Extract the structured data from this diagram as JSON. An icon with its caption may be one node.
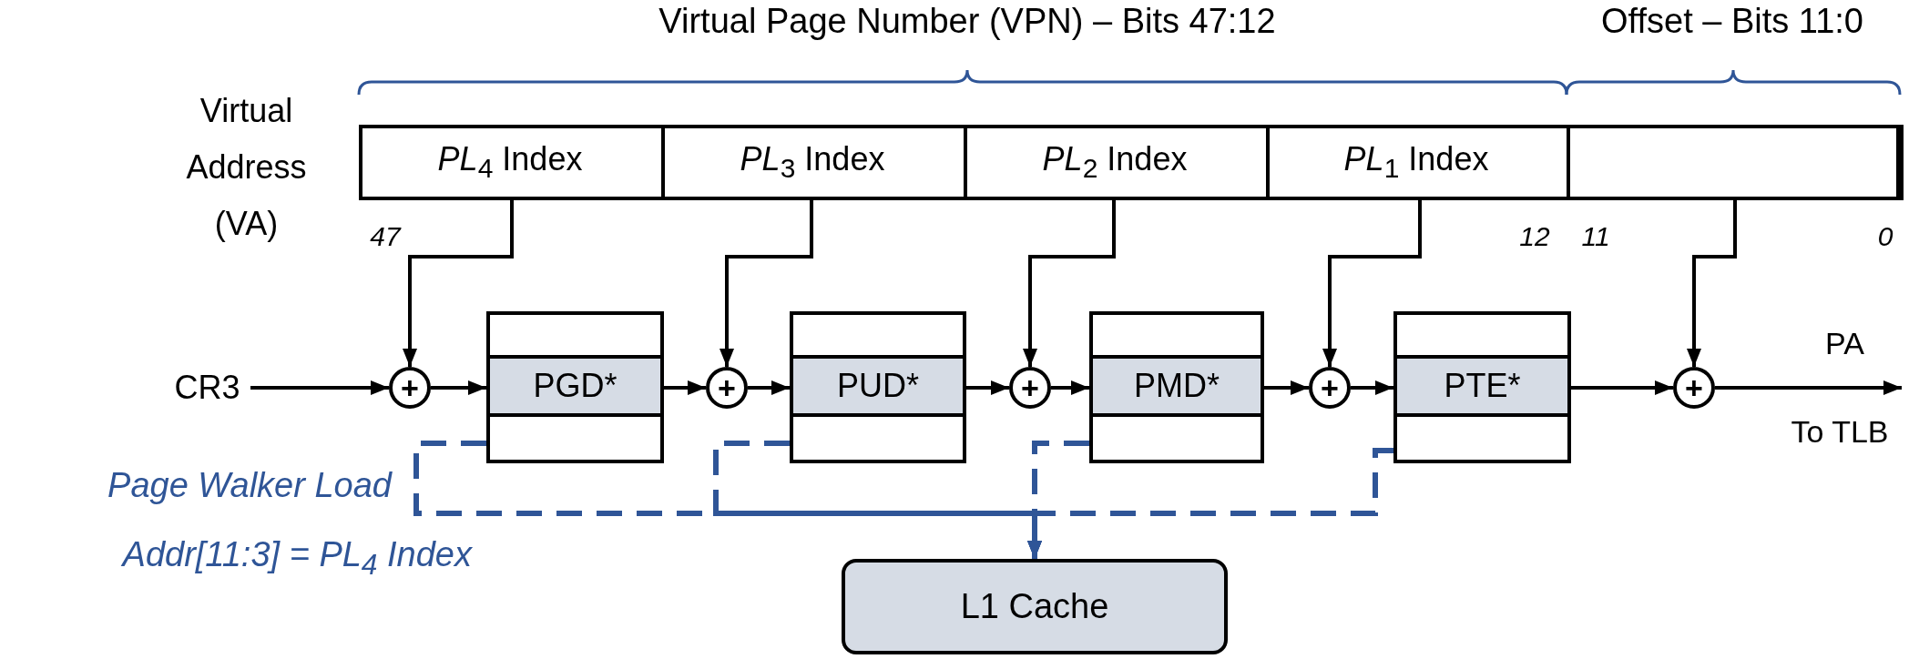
{
  "diagram": {
    "nodes": [
      {
        "text": [
          "Virtual Address (VA)"
        ]
      },
      {
        "text": [
          "*PL*$_{4}$ Index"
        ],
        "in": 0
      },
      {
        "text": [
          "*PL*$_{3}$ Index"
        ],
        "in": 0
      },
      {
        "text": [
          "*PL*$_{2}$ Index"
        ],
        "in": 0
      },
      {
        "text": [
          "*PL*$_{1}$ Index"
        ],
        "in": 0
      },
      {
        "text": [],
        "shape": "box",
        "in": 0
      },
      {
        "text": [
          "CR3"
        ]
      },
      {
        "text": [
          "+"
        ]
      },
      {
        "text": [
          "PGD*"
        ]
      },
      {
        "text": [
          "+"
        ]
      },
      {
        "text": [
          "PUD*"
        ]
      },
      {
        "text": [
          "+"
        ]
      },
      {
        "text": [
          "PMD*"
        ]
      },
      {
        "text": [
          "+"
        ]
      },
      {
        "text": [
          "PTE*"
        ]
      },
      {
        "text": [
          "+"
        ]
      },
      {
        "text": [
          "L1 Cache"
        ]
      }
    ],
    "edges": [
      {
        "from": 6,
        "to": 7,
        "arrow": "to"
      },
      {
        "from": 1,
        "to": 7,
        "arrow": "to"
      },
      {
        "from": 7,
        "to": 8,
        "arrow": "to"
      },
      {
        "from": 8,
        "to": 9,
        "arrow": "to"
      },
      {
        "from": 2,
        "to": 9,
        "arrow": "to"
      },
      {
        "from": 9,
        "to": 10,
        "arrow": "to"
      },
      {
        "from": 10,
        "to": 11,
        "arrow": "to"
      },
      {
        "from": 3,
        "to": 11,
        "arrow": "to"
      },
      {
        "from": 11,
        "to": 12,
        "arrow": "to"
      },
      {
        "from": 12,
        "to": 13,
        "arrow": "to"
      },
      {
        "from": 4,
        "to": 13,
        "arrow": "to"
      },
      {
        "from": 13,
        "to": 14,
        "arrow": "to"
      },
      {
        "from": 14,
        "to": 15,
        "arrow": "to"
      },
      {
        "from": 5,
        "to": 15,
        "arrow": "to"
      },
      {
        "from": 15,
        "to": null,
        "arrow": "to",
        "label": "PA"
      },
      {
        "from": 8,
        "to": 16,
        "arrow": "to",
        "style": "dashed",
        "color": "#2f5597"
      },
      {
        "from": 10,
        "to": 16,
        "arrow": "to",
        "style": "dashed",
        "color": "#2f5597"
      },
      {
        "from": 12,
        "to": 16,
        "arrow": "to",
        "style": "dashed",
        "color": "#2f5597"
      },
      {
        "from": 14,
        "to": 16,
        "arrow": "to",
        "style": "dashed",
        "color": "#2f5597"
      }
    ],
    "labels": [
      "Virtual Page Number (VPN) – Bits 47:12",
      "Offset – Bits 11:0",
      "47",
      "12",
      "11",
      "0",
      "To TLB",
      "Page Walker Load",
      "Addr[11:3] = *PL*$_{4}$ Index"
    ]
  }
}
